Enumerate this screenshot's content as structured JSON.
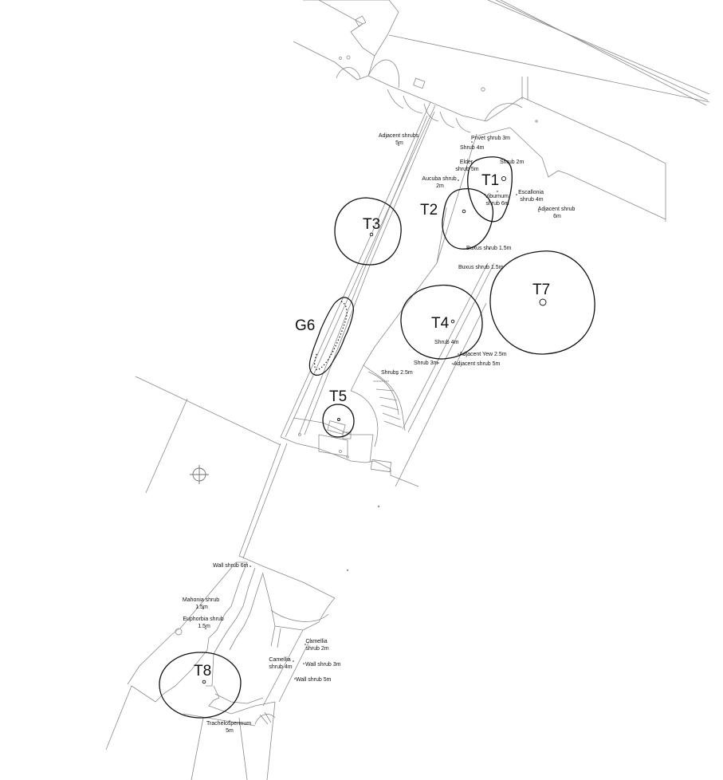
{
  "trees": [
    {
      "id": "T1",
      "label": "T1"
    },
    {
      "id": "T2",
      "label": "T2"
    },
    {
      "id": "T3",
      "label": "T3"
    },
    {
      "id": "T4",
      "label": "T4"
    },
    {
      "id": "T5",
      "label": "T5"
    },
    {
      "id": "T7",
      "label": "T7"
    },
    {
      "id": "T8",
      "label": "T8"
    }
  ],
  "groups": [
    {
      "id": "G6",
      "label": "G6"
    }
  ],
  "shrubs": [
    {
      "id": "adjacent-shrubs-5m",
      "lines": [
        "Adjacent shrubs",
        "5m"
      ]
    },
    {
      "id": "privet-shrub-3m",
      "lines": [
        "Privet shrub 3m"
      ]
    },
    {
      "id": "shrub-4m-top",
      "lines": [
        "Shrub 4m"
      ]
    },
    {
      "id": "elder-shrub-5m",
      "lines": [
        "Elder",
        "shrub 5m"
      ]
    },
    {
      "id": "shrub-2m",
      "lines": [
        "Shrub 2m"
      ]
    },
    {
      "id": "aucuba-shrub-2m",
      "lines": [
        "Aucuba shrub",
        "2m"
      ]
    },
    {
      "id": "viburnum-shrub-6m",
      "lines": [
        "Viburnum",
        "shrub 6m"
      ]
    },
    {
      "id": "escallonia-shrub-4m",
      "lines": [
        "Escallonia",
        "shrub 4m"
      ]
    },
    {
      "id": "adjacent-shrub-6m",
      "lines": [
        "Adjacent shrub",
        "6m"
      ]
    },
    {
      "id": "buxus-shrub-1-5m-a",
      "lines": [
        "Buxus shrub 1.5m"
      ]
    },
    {
      "id": "buxus-shrub-1-5m-b",
      "lines": [
        "Buxus shrub 1.5m"
      ]
    },
    {
      "id": "shrub-4m-mid",
      "lines": [
        "Shrub 4m"
      ]
    },
    {
      "id": "adjacent-yew-2-5m",
      "lines": [
        "Adjacent Yew 2.5m"
      ]
    },
    {
      "id": "shrub-3m",
      "lines": [
        "Shrub 3m"
      ]
    },
    {
      "id": "adjacent-shrub-5m",
      "lines": [
        "Adjacent shrub 5m"
      ]
    },
    {
      "id": "shrubs-2-5m",
      "lines": [
        "Shrubs 2.5m"
      ]
    },
    {
      "id": "wall-shrub-6m",
      "lines": [
        "Wall shrub 6m"
      ]
    },
    {
      "id": "mahonia-shrub-1-5m",
      "lines": [
        "Mahonia shrub",
        "1.5m"
      ]
    },
    {
      "id": "euphorbia-shrub-1-5m",
      "lines": [
        "Euphorbia shrub",
        "1.5m"
      ]
    },
    {
      "id": "camellia-shrub-2m",
      "lines": [
        "Camellia",
        "shrub 2m"
      ]
    },
    {
      "id": "camellia-shrub-4m",
      "lines": [
        "Camellia",
        "shrub 4m"
      ]
    },
    {
      "id": "wall-shrub-3m",
      "lines": [
        "Wall shrub 3m"
      ]
    },
    {
      "id": "wall-shrub-5m",
      "lines": [
        "Wall shrub 5m"
      ]
    },
    {
      "id": "trachelospermum-5m",
      "lines": [
        "Trachelospermum",
        "5m"
      ]
    }
  ],
  "icons": {
    "survey-point": "crosshair-circle-icon"
  },
  "colors": {
    "ink": "#111111",
    "linework": "#8a8a8a",
    "background": "#ffffff"
  }
}
